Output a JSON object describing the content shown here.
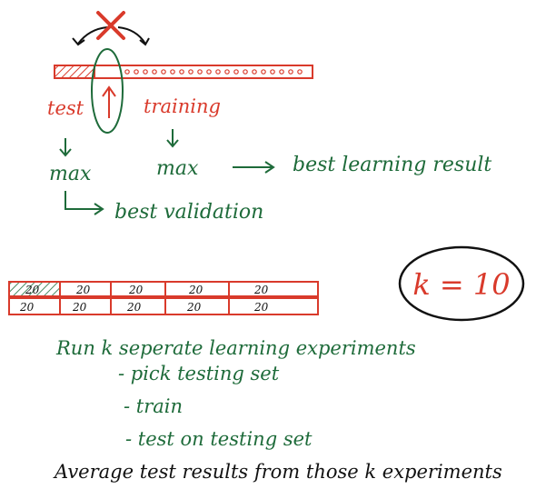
{
  "top_diagram": {
    "test_label": "test",
    "training_label": "training",
    "max_left": "max",
    "max_right": "max",
    "best_learning": "best learning result",
    "best_validation": "best validation"
  },
  "fold_table": {
    "top_row": [
      "20",
      "20",
      "20",
      "20",
      "20"
    ],
    "bottom_row": [
      "20",
      "20",
      "20",
      "20",
      "20"
    ]
  },
  "k_bubble": {
    "text": "k = 10"
  },
  "notes": {
    "run_line": "Run k seperate learning experiments",
    "steps": [
      "- pick testing set",
      "- train",
      "- test on testing set"
    ],
    "average_line": "Average test results from those k experiments"
  },
  "colors": {
    "red": "#d93a2b",
    "green": "#1e6b3a",
    "dark": "#111111"
  }
}
